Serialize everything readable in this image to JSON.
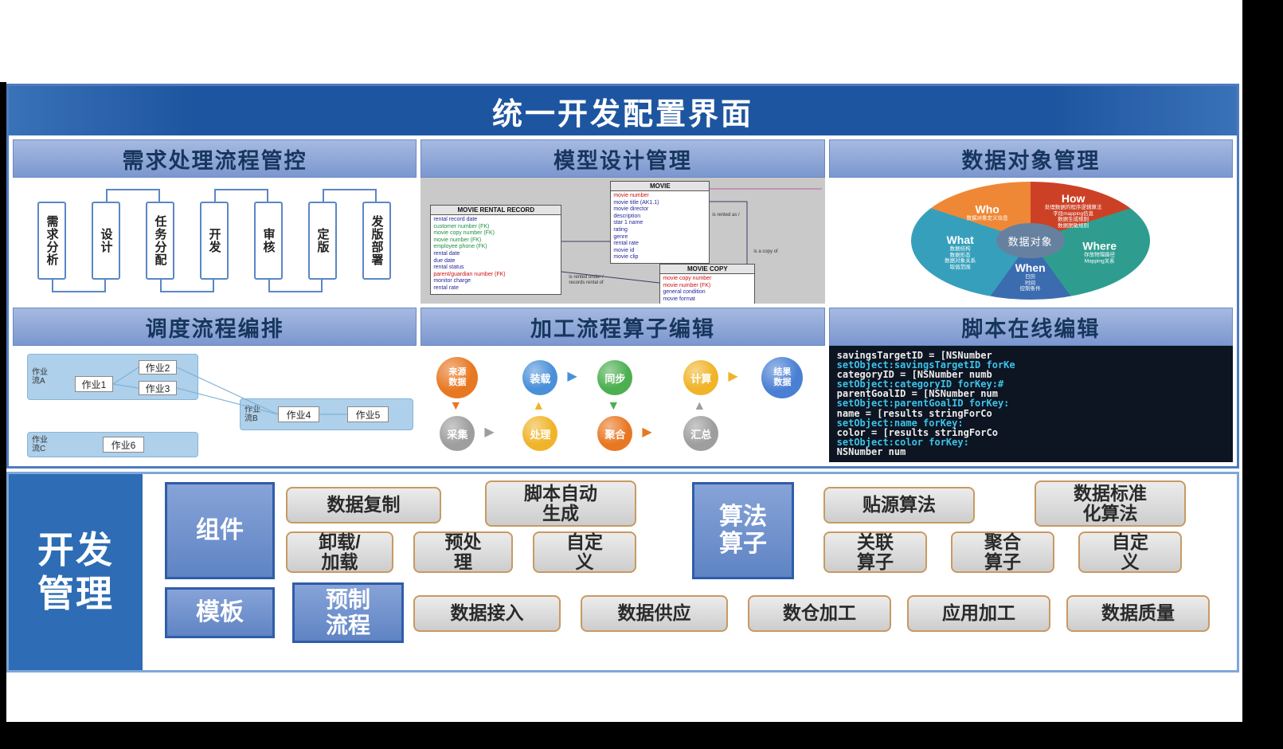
{
  "title": "统一开发配置界面",
  "colors": {
    "title_bar": "#1e55a0",
    "panel_header": "#7b97cf",
    "dev_block": "#2e6cb5",
    "blue_box": "#6488c6",
    "chip_border": "#c89a62",
    "wheel": {
      "who": "#ef8836",
      "how": "#cc4125",
      "where": "#2e9d8f",
      "when": "#3c6cb0",
      "what": "#36a0bc",
      "center": "#66819f"
    },
    "operators": {
      "orange": "#e87722",
      "blue": "#4a90d9",
      "green": "#4caf50",
      "yellow": "#f0b429",
      "gray": "#9e9e9e"
    }
  },
  "req": {
    "title": "需求处理流程管控",
    "steps": [
      "需求分析",
      "设计",
      "任务分配",
      "开发",
      "审核",
      "定版",
      "发版部署"
    ]
  },
  "model": {
    "title": "模型设计管理",
    "t1": {
      "name": "MOVIE RENTAL RECORD",
      "g1": "rental record date",
      "g2": "customer number (FK)\nmovie copy number (FK)\nmovie number (FK)\nemployee phone (FK)",
      "g3": "rental date\ndue date\nrental status",
      "g4": "parent/guardian number (FK)",
      "g5": "monitor charge\nrental rate"
    },
    "t2": {
      "name": "MOVIE",
      "g1": "movie number",
      "g2": "movie title (AK1.1)\nmovie director\ndescription\nstar 1 name\nrating\ngenre\nrental rate\nmovie id\nmovie clip"
    },
    "t3": {
      "name": "MOVIE COPY",
      "g1": "movie copy number\nmovie number (FK)",
      "g2": "general condition\nmovie format"
    },
    "rel1": "is rented as /",
    "rel2": "is a copy of",
    "rel3": "is rented under /\nrecords rental of"
  },
  "obj": {
    "title": "数据对象管理",
    "center": "数据对象",
    "who": {
      "name": "Who",
      "desc": "数据对象定义信息"
    },
    "how": {
      "name": "How",
      "desc": "处理数据的程序逻辑算法\n字段mapping信息\n数据生成规则\n数据脱敏规则"
    },
    "where": {
      "name": "Where",
      "desc": "存放物理路径\nMapping关系"
    },
    "when": {
      "name": "When",
      "desc": "日历\n时间\n控制条件"
    },
    "what": {
      "name": "What",
      "desc": "数据结构\n数据形态\n数据对象关系\n取值范围"
    }
  },
  "sched": {
    "title": "调度流程编排",
    "flowA": "作业流A",
    "flowB": "作业流B",
    "flowC": "作业流C",
    "jobs": [
      "作业1",
      "作业2",
      "作业3",
      "作业4",
      "作业5",
      "作业6"
    ]
  },
  "op": {
    "title": "加工流程算子编辑",
    "n1": "来源\n数据",
    "n2": "装载",
    "n3": "同步",
    "n4": "计算",
    "n5": "结果\n数据",
    "n6": "采集",
    "n7": "处理",
    "n8": "聚合",
    "n9": "汇总"
  },
  "script": {
    "title": "脚本在线编辑",
    "lines": [
      "savingsTargetID = [NSNumber",
      "setObject:savingsTargetID forKe",
      "categoryID = [NSNumber numb",
      "setObject:categoryID forKey:#",
      "parentGoalID = [NSNumber num",
      "setObject:parentGoalID forKey:",
      "name = [results stringForCo",
      "setObject:name forKey:",
      "color = [results stringForCo",
      "setObject:color forKey:",
      "NSNumber num"
    ]
  },
  "dev": {
    "label": "开发\n管理",
    "comp": "组件",
    "algo": "算法\n算子",
    "tmpl": "模板",
    "preset": "预制\n流程",
    "chips": {
      "c1": "数据复制",
      "c2": "脚本自动\n生成",
      "c3": "卸载/\n加载",
      "c4": "预处\n理",
      "c5": "自定\n义",
      "a1": "贴源算法",
      "a2": "数据标准\n化算法",
      "a3": "关联\n算子",
      "a4": "聚合\n算子",
      "a5": "自定\n义",
      "t1": "数据接入",
      "t2": "数据供应",
      "t3": "数仓加工",
      "t4": "应用加工",
      "t5": "数据质量"
    }
  }
}
